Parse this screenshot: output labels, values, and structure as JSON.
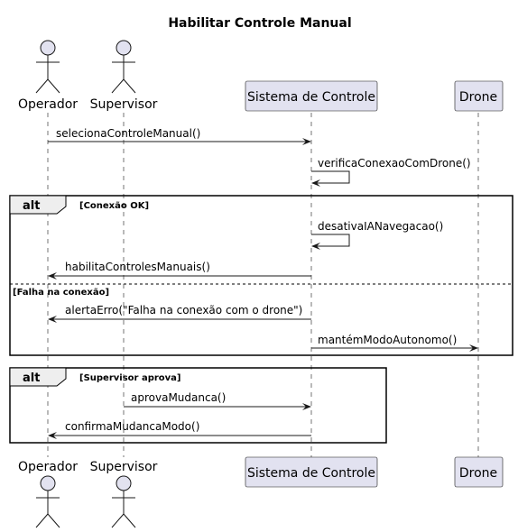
{
  "title": "Habilitar Controle Manual",
  "participants": {
    "operador": "Operador",
    "supervisor": "Supervisor",
    "sistema": "Sistema de Controle",
    "drone": "Drone"
  },
  "messages": {
    "m1": "selecionaControleManual()",
    "m2": "verificaConexaoComDrone()",
    "m3": "desativaIANavegacao()",
    "m4": "habilitaControlesManuais()",
    "m5": "alertaErro(\"Falha na conexão com o drone\")",
    "m6": "mantémModoAutonomo()",
    "m7": "aprovaMudanca()",
    "m8": "confirmaMudancaModo()"
  },
  "frames": {
    "alt1": {
      "keyword": "alt",
      "condition": "[Conexão OK]",
      "else_condition": "[Falha na conexão]"
    },
    "alt2": {
      "keyword": "alt",
      "condition": "[Supervisor aprova]"
    }
  }
}
